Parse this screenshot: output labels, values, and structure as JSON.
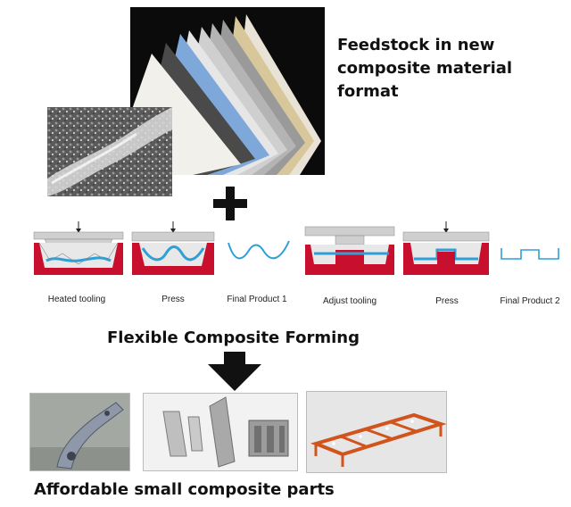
{
  "feedstock": {
    "lines": [
      "Feedstock in new",
      "composite material",
      "format"
    ]
  },
  "process_steps": [
    {
      "label": "Heated tooling"
    },
    {
      "label": "Press"
    },
    {
      "label": "Final Product 1"
    },
    {
      "label": "Adjust tooling"
    },
    {
      "label": "Press"
    },
    {
      "label": "Final Product 2"
    }
  ],
  "forming": {
    "title": "Flexible Composite  Forming"
  },
  "parts": {
    "title": "Affordable small composite parts"
  },
  "colors": {
    "tool_red": "#c8102e",
    "tool_gray": "#cfcfcf",
    "product_blue": "#2f9fd8",
    "sheet_blue": "#7fa8da",
    "sheet_tan": "#d8c79a",
    "frame_orange": "#d0541c"
  }
}
